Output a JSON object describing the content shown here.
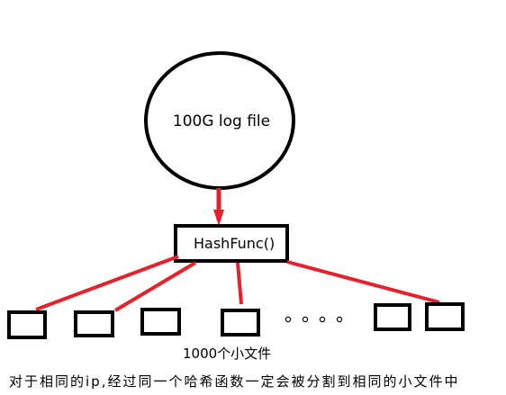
{
  "source": {
    "label": "100G log file"
  },
  "hash": {
    "label": "HashFunc()"
  },
  "outputs": {
    "count_label": "1000个小文件",
    "caption": "对于相同的ip,经过同一个哈希函数一定会被分割到相同的小文件中"
  },
  "colors": {
    "outline": "#000000",
    "arrow": "#e8202a"
  }
}
